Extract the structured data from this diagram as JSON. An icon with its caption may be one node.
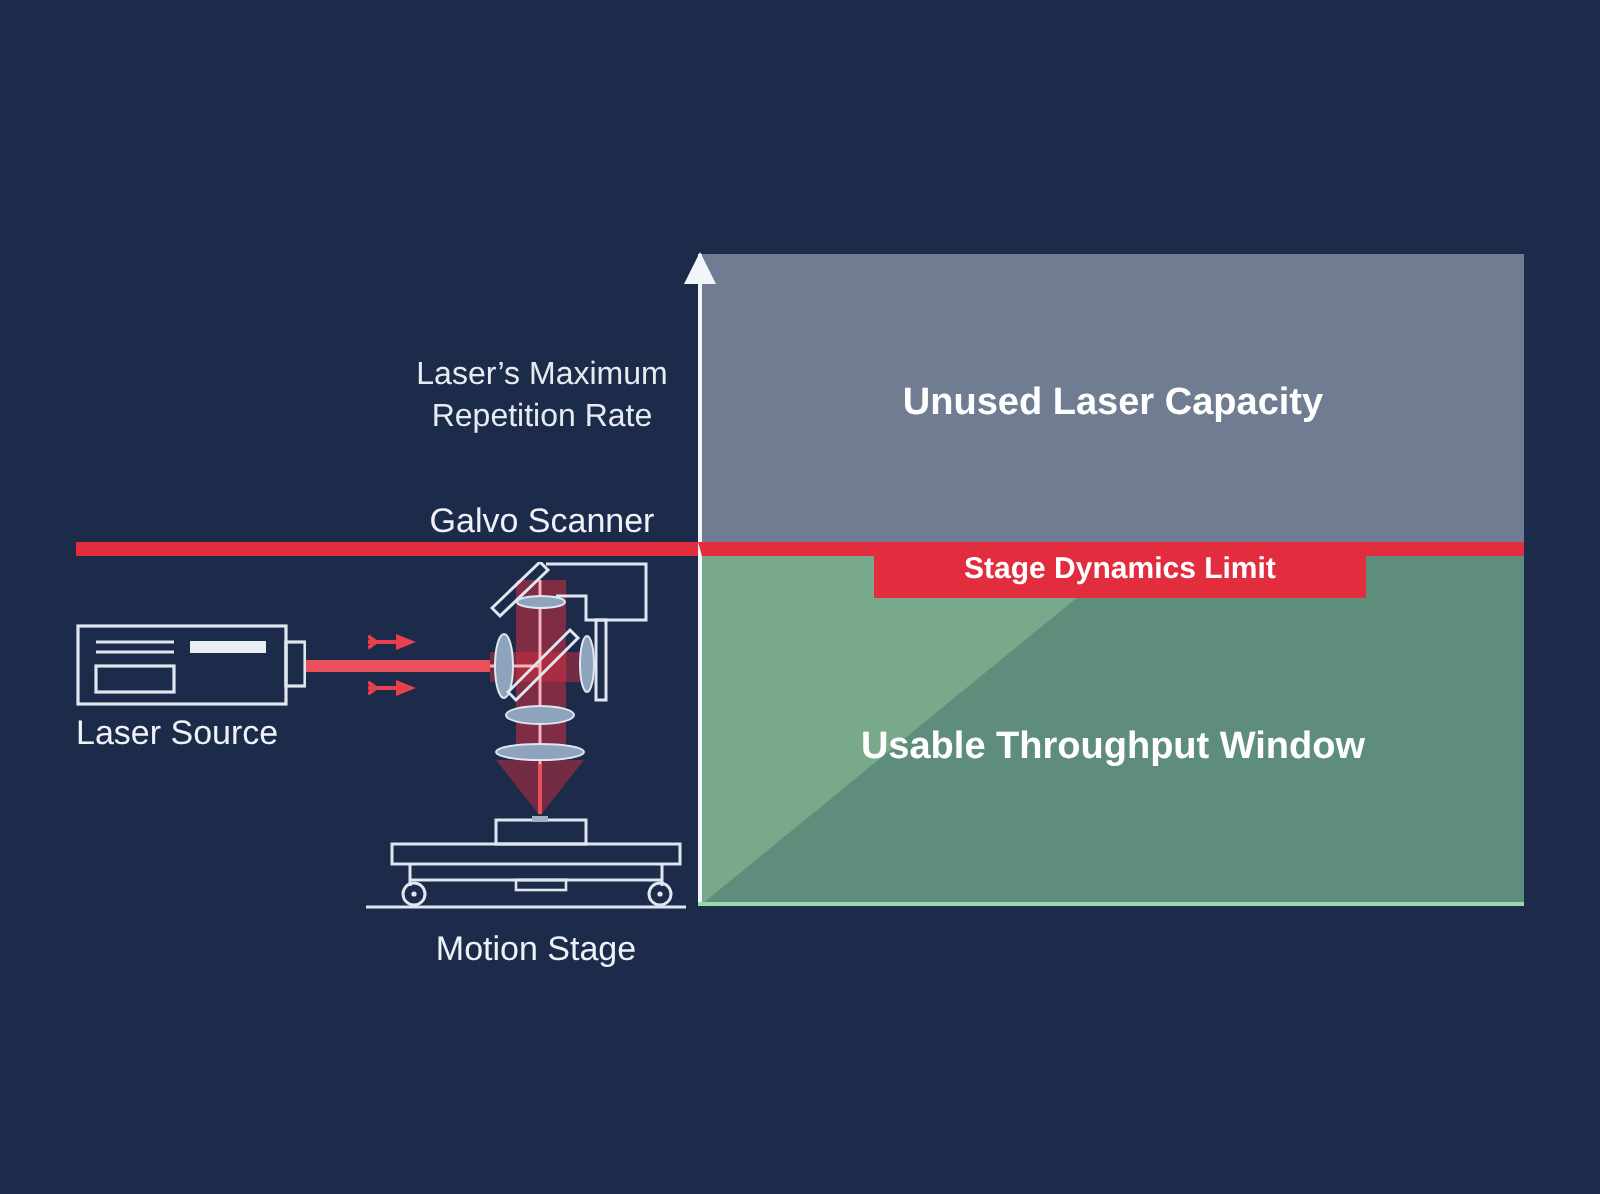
{
  "diagram": {
    "nodes": [
      {
        "text": [
          "Unused Laser Capacity"
        ]
      },
      {
        "text": [],
        "shape": "picture",
        "beside": [
          "Galvo Scanner"
        ]
      },
      {
        "text": [
          "Usable Throughput Window"
        ]
      },
      {
        "text": [
          "Stage Dynamics Limit"
        ],
        "in": 2
      },
      {
        "text": [
          "Laser Source"
        ]
      },
      {
        "text": [
          "Motion Stage"
        ]
      }
    ],
    "edges": [
      {
        "from": 4,
        "to": 1,
        "arrow": "none",
        "style": "thick"
      },
      {
        "from": 1,
        "to": 5,
        "arrow": "none"
      }
    ],
    "labels": [
      "Laser’s Maximum Repetition Rate"
    ]
  }
}
